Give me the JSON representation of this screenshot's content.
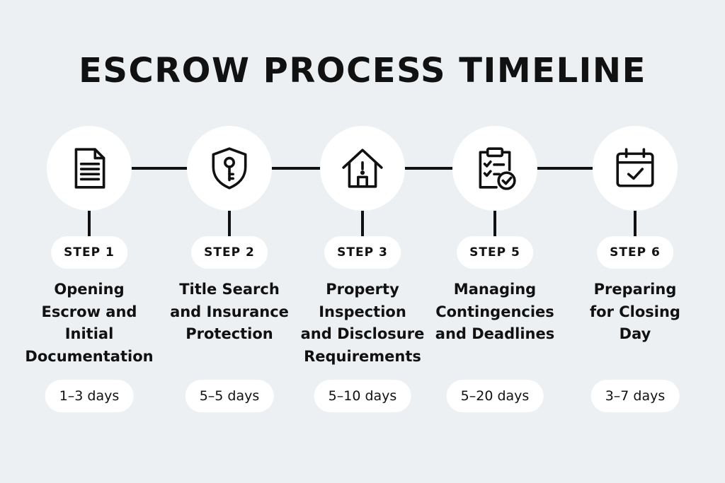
{
  "title": "ESCROW PROCESS TIMELINE",
  "steps": [
    {
      "label": "STEP 1",
      "title_lines": [
        "Opening",
        "Escrow and",
        "Initial",
        "Documentation"
      ],
      "duration": "1–3 days",
      "icon": "document-icon"
    },
    {
      "label": "STEP 2",
      "title_lines": [
        "Title Search",
        "and Insurance",
        "Protection"
      ],
      "duration": "5–5 days",
      "icon": "shield-key-icon"
    },
    {
      "label": "STEP 3",
      "title_lines": [
        "Property",
        "Inspection",
        "and Disclosure",
        "Requirements"
      ],
      "duration": "5–10 days",
      "icon": "house-alert-icon"
    },
    {
      "label": "STEP 5",
      "title_lines": [
        "Managing",
        "Contingencies",
        "and Deadlines"
      ],
      "duration": "5–20 days",
      "icon": "clipboard-check-icon"
    },
    {
      "label": "STEP 6",
      "title_lines": [
        "Preparing",
        "for Closing",
        "Day"
      ],
      "duration": "3–7 days",
      "icon": "calendar-check-icon"
    }
  ],
  "colors": {
    "background": "#edf0f3",
    "card": "#ffffff",
    "ink": "#111111"
  }
}
